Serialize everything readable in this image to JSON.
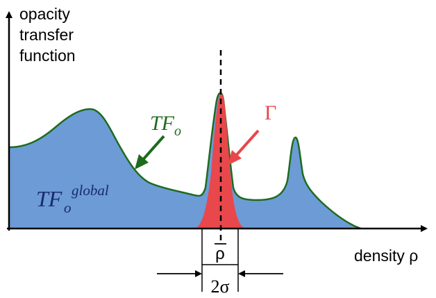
{
  "labels": {
    "y_axis_lines": [
      "opacity",
      "transfer",
      "function"
    ],
    "x_axis": "density ρ",
    "tf_main": "TF",
    "tf_sub": "o",
    "tf_global_main": "TF",
    "tf_global_sub": "o",
    "tf_global_sup": "global",
    "gamma": "Γ",
    "rho_bar": "ρ",
    "two_sigma": "2σ"
  },
  "colors": {
    "axis": "#000000",
    "fill_blue": "#6c9bd6",
    "outline_green": "#1e6b1e",
    "label_green": "#1e6b1e",
    "label_navy": "#1a2a6c",
    "red": "#e8474b"
  }
}
